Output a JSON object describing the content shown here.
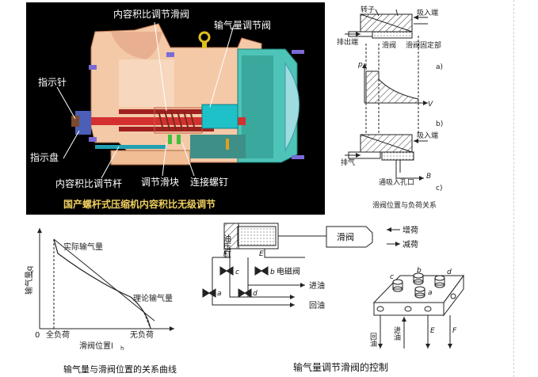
{
  "compressor": {
    "top_left_label": "内容积比调节滑阀",
    "top_right_label": "输气量调节阀",
    "pointer": "指示针",
    "dial": "指示盘",
    "rod": "内容积比调节杆",
    "slide_block": "调节滑块",
    "screw": "连接螺钉",
    "banner": "国产螺杆式压缩机内容积比无级调节"
  },
  "load_diagram": {
    "rotor": "转子",
    "suction_end": "吸入端",
    "exhaust_end": "排出端",
    "slide_valve": "滑阀",
    "fixed_part": "滑阀固定部",
    "a": "a)",
    "p": "p",
    "v1": "V",
    "b": "b)",
    "suction_end2": "吸入端",
    "exhaust": "排气",
    "b_port": "B",
    "inlet_port": "通吸入孔口",
    "c": "c)",
    "caption": "滑阀位置与负荷关系"
  },
  "curve": {
    "actual": "实际输气量",
    "theory": "理论输气量",
    "ylabel": "输气量q",
    "ysub": "v",
    "zero": "0",
    "full_load": "全负荷",
    "no_load": "无负荷",
    "xlabel": "滑阀位置l",
    "xsub": "h",
    "caption": "输气量与滑阀位置的关系曲线"
  },
  "control": {
    "cylinder": "油压缸",
    "slide": "滑阀",
    "increase": "增荷",
    "decrease": "减荷",
    "F": "F",
    "E": "E",
    "c": "c",
    "b": "b",
    "solenoid": "电磁阀",
    "a": "a",
    "d": "d",
    "oil_in": "进油",
    "oil_return": "回油",
    "blk_c": "c",
    "blk_b": "b",
    "blk_d": "d",
    "blk_a": "a",
    "port_return": "回油",
    "port_in": "进油",
    "port_E": "E",
    "port_F": "F",
    "caption": "输气量调节滑阀的控制"
  }
}
